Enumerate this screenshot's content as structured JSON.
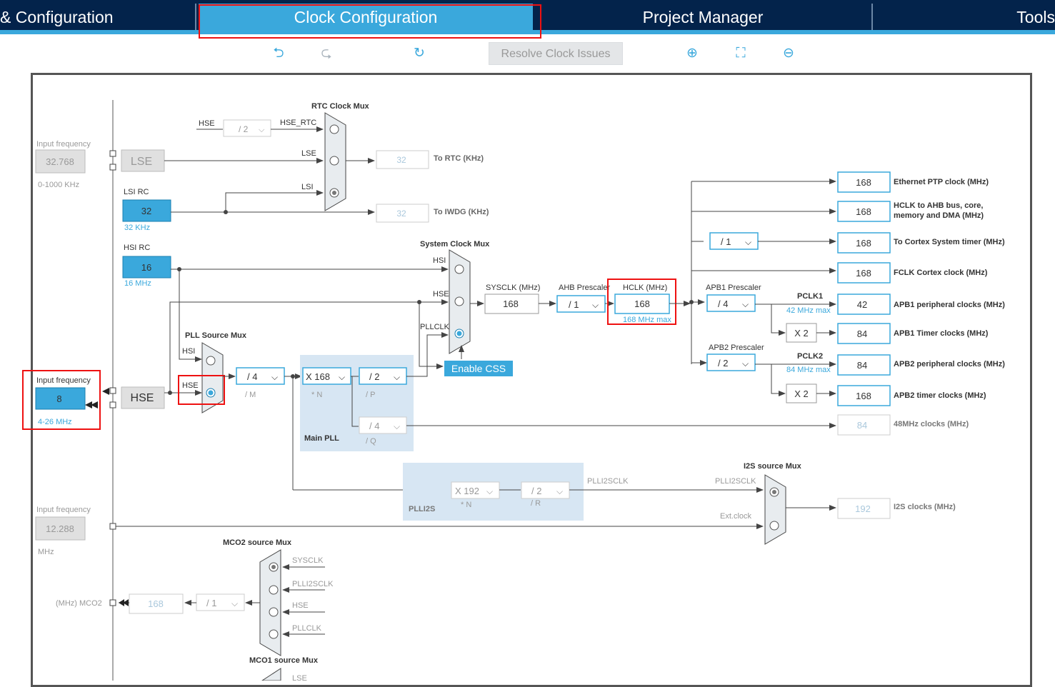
{
  "tabs": [
    {
      "label": "& Configuration"
    },
    {
      "label": "Clock Configuration"
    },
    {
      "label": "Project Manager"
    },
    {
      "label": "Tools"
    }
  ],
  "toolbar": {
    "undo_icon": "undo-icon",
    "redo_icon": "redo-icon",
    "refresh_icon": "refresh-icon",
    "resolve_label": "Resolve Clock Issues",
    "zoom_in_icon": "zoom-in-icon",
    "fit_icon": "fit-screen-icon",
    "zoom_out_icon": "zoom-out-icon"
  },
  "colors": {
    "navy": "#03234b",
    "accent": "#3aa8dc",
    "highlight": "#e11111"
  },
  "diagram": {
    "lse_input": {
      "caption": "Input frequency",
      "value": "32.768",
      "range": "0-1000 KHz"
    },
    "lse_label": "LSE",
    "lsi": {
      "caption": "LSI RC",
      "value": "32",
      "sub": "32 KHz"
    },
    "hsi": {
      "caption": "HSI RC",
      "value": "16",
      "sub": "16 MHz"
    },
    "hse_input": {
      "caption": "Input frequency",
      "value": "8",
      "range": "4-26 MHz"
    },
    "hse_label": "HSE",
    "i2s_input": {
      "caption": "Input frequency",
      "value": "12.288",
      "unit": "MHz"
    },
    "rtc_mux": {
      "title": "RTC Clock Mux",
      "in_hse": "HSE",
      "div": "/ 2",
      "hse_rtc": "HSE_RTC",
      "in_lse": "LSE",
      "in_lsi": "LSI"
    },
    "rtc_out": {
      "value": "32",
      "label": "To RTC (KHz)"
    },
    "iwdg_out": {
      "value": "32",
      "label": "To IWDG (KHz)"
    },
    "pll_src_mux": {
      "title": "PLL Source Mux",
      "hsi": "HSI",
      "hse": "HSE"
    },
    "pll": {
      "m": "/ 4",
      "m_label": "/ M",
      "n": "X 168",
      "n_label": "* N",
      "p": "/ 2",
      "p_label": "/ P",
      "q": "/ 4",
      "q_label": "/ Q",
      "title": "Main PLL"
    },
    "sys_mux": {
      "title": "System Clock Mux",
      "hsi": "HSI",
      "hse": "HSE",
      "pllclk": "PLLCLK"
    },
    "enable_css": "Enable CSS",
    "sysclk": {
      "label": "SYSCLK (MHz)",
      "value": "168"
    },
    "ahb": {
      "label": "AHB Prescaler",
      "value": "/ 1"
    },
    "hclk": {
      "label": "HCLK (MHz)",
      "value": "168",
      "max": "168 MHz max"
    },
    "apb1": {
      "label": "APB1 Prescaler",
      "value": "/ 4",
      "pclk": "PCLK1",
      "max": "42 MHz max",
      "mul": "X 2"
    },
    "apb2": {
      "label": "APB2 Prescaler",
      "value": "/ 2",
      "pclk": "PCLK2",
      "max": "84 MHz max",
      "mul": "X 2"
    },
    "cortex_div": "/ 1",
    "outputs": [
      {
        "value": "168",
        "label": "Ethernet PTP clock (MHz)"
      },
      {
        "value": "168",
        "label": "HCLK to AHB bus, core,",
        "label2": "memory and DMA (MHz)"
      },
      {
        "value": "168",
        "label": "To Cortex System timer (MHz)"
      },
      {
        "value": "168",
        "label": "FCLK Cortex clock (MHz)"
      },
      {
        "value": "42",
        "label": "APB1 peripheral clocks (MHz)"
      },
      {
        "value": "84",
        "label": "APB1 Timer clocks (MHz)"
      },
      {
        "value": "84",
        "label": "APB2 peripheral clocks (MHz)"
      },
      {
        "value": "168",
        "label": "APB2 timer clocks (MHz)"
      },
      {
        "value": "84",
        "label": "48MHz clocks (MHz)"
      }
    ],
    "plli2s": {
      "title": "PLLI2S",
      "n": "X 192",
      "n_label": "* N",
      "r": "/ 2",
      "r_label": "/ R",
      "out": "PLLI2SCLK"
    },
    "i2s_mux": {
      "title": "I2S source Mux",
      "in1": "PLLI2SCLK",
      "in2": "Ext.clock"
    },
    "i2s_out": {
      "value": "192",
      "label": "I2S clocks (MHz)"
    },
    "mco2": {
      "title": "MCO2 source Mux",
      "in1": "SYSCLK",
      "in2": "PLLI2SCLK",
      "in3": "HSE",
      "in4": "PLLCLK",
      "div": "/ 1",
      "value": "168",
      "label": "(MHz) MCO2"
    },
    "mco1": {
      "title": "MCO1 source Mux",
      "in1": "LSE"
    }
  }
}
